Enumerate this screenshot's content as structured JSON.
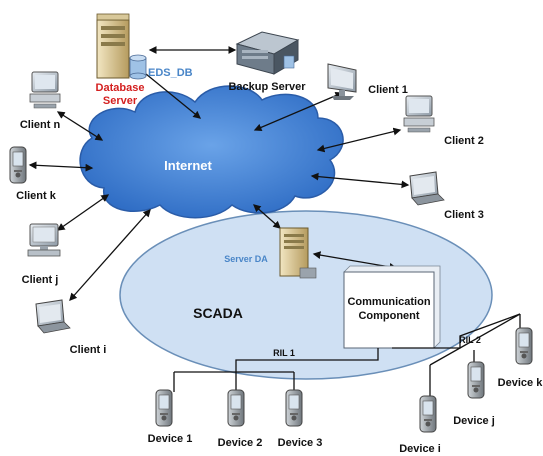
{
  "labels": {
    "eds_db": "EDS_DB",
    "database_server_line1": "Database",
    "database_server_line2": "Server",
    "backup_server": "Backup Server",
    "internet": "Internet",
    "scada": "SCADA",
    "server_da": "Server DA",
    "comm_line1": "Communication",
    "comm_line2": "Component",
    "ril1": "RIL 1",
    "ril2": "RIL 2"
  },
  "clients": [
    "Client n",
    "Client k",
    "Client j",
    "Client i",
    "Client 1",
    "Client 2",
    "Client 3"
  ],
  "devices": [
    "Device 1",
    "Device 2",
    "Device 3",
    "Device i",
    "Device j",
    "Device k"
  ],
  "colors": {
    "cloud_fill": "#3f7fd4",
    "cloud_stroke": "#2a5ca8",
    "scada_fill": "#cfe0f3",
    "scada_stroke": "#6a8fb8",
    "db_label": "#d42020",
    "eds_label": "#4a86c8"
  }
}
